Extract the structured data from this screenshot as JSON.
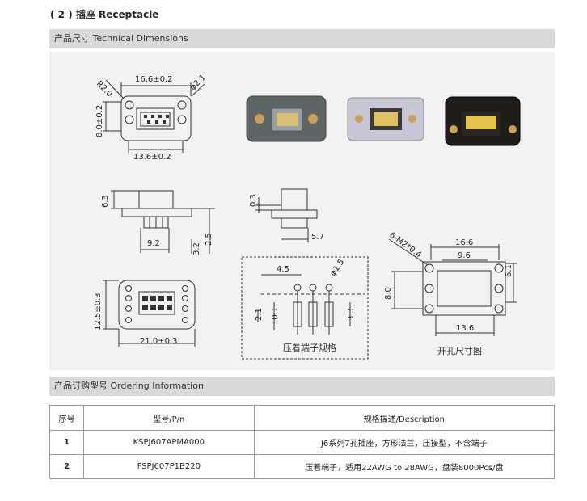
{
  "heading": "( 2 ) 插座 Receptacle",
  "sections": {
    "technical_dimensions": "产品尺寸 Technical Dimensions",
    "ordering_information": "产品订购型号 Ordering Information"
  },
  "drawing": {
    "front_view": {
      "top_width": "16.6±0.2",
      "radius": "R2.0",
      "hole": "φ2.1",
      "height_a": "8.0±0.2",
      "bottom_width": "13.6±0.2"
    },
    "side_view": {
      "height": "6.3",
      "width": "9.2",
      "depth_a": "3.2",
      "depth_b": "2.5"
    },
    "side_view_2": {
      "height": "0.3",
      "width": "5.7"
    },
    "bottom_view": {
      "height": "12.5±0.3",
      "width": "21.0±0.3"
    },
    "terminal": {
      "pitch": "4.5",
      "dia": "φ1.5",
      "len_a": "2.1",
      "len_b": "10.1",
      "len_c": "3.3",
      "caption": "压着端子规格"
    },
    "cutout": {
      "holes": "6-M2*0.4",
      "outer_w": "16.6",
      "inner_w": "9.6",
      "height": "8.0",
      "right_h": "6.1",
      "bottom_w": "13.6",
      "caption": "开孔尺寸图"
    }
  },
  "table": {
    "headers": [
      "序号",
      "型号/P/n",
      "规格描述/Description"
    ],
    "rows": [
      [
        "1",
        "KSPJ607APMA000",
        "J6系列7孔插座，方形法兰，压接型，不含端子"
      ],
      [
        "2",
        "FSPJ607P1B220",
        "压着端子，适用22AWG  to 28AWG，盘装8000Pcs/盘"
      ]
    ]
  }
}
